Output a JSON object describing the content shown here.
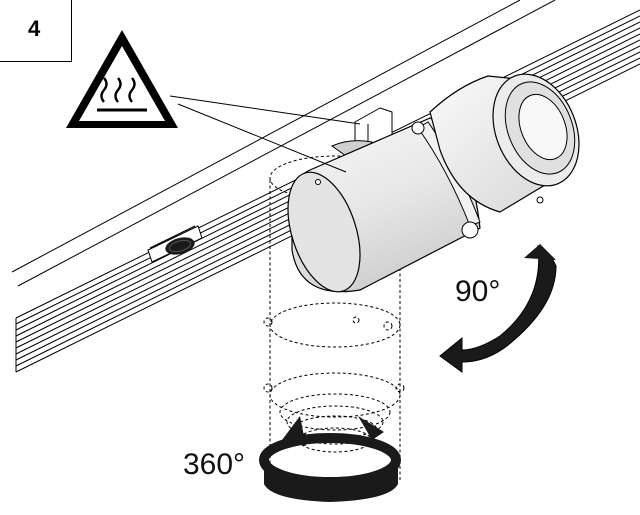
{
  "step": {
    "number": "4"
  },
  "labels": {
    "tilt_angle": "90°",
    "rotation_angle": "360°"
  },
  "icons": {
    "warning": "hot-surface-warning-icon"
  },
  "colors": {
    "line": "#000000",
    "body_fill": "#ededed",
    "arrow_fill": "#1a1a1a"
  }
}
